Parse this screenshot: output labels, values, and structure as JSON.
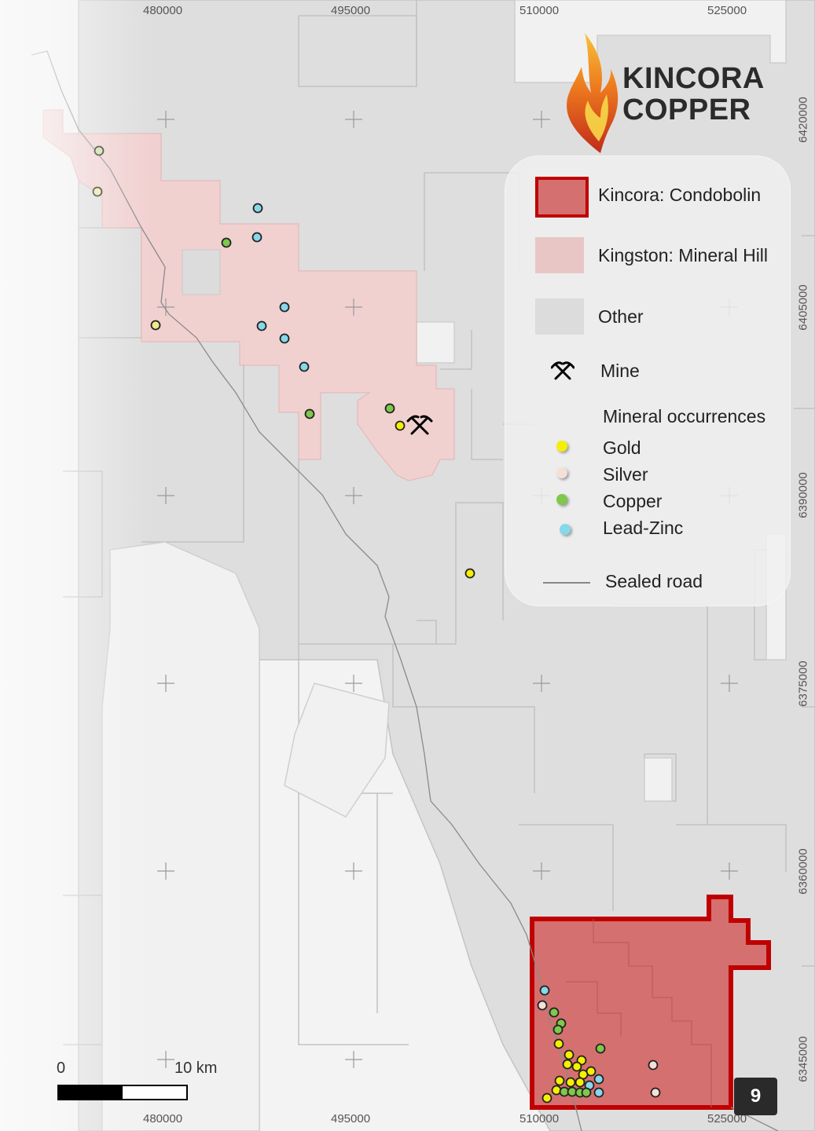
{
  "brand": {
    "line1": "KINCORA",
    "line2": "COPPER"
  },
  "axes": {
    "x_ticks": [
      "480000",
      "495000",
      "510000",
      "525000"
    ],
    "y_ticks": [
      "6420000",
      "6405000",
      "6390000",
      "6375000",
      "6360000",
      "6345000"
    ]
  },
  "legend": {
    "kincora": "Kincora: Condobolin",
    "kingston": "Kingston: Mineral Hill",
    "other": "Other",
    "mine": "Mine",
    "occurrences_title": "Mineral occurrences",
    "gold": "Gold",
    "silver": "Silver",
    "copper": "Copper",
    "lead_zinc": "Lead-Zinc",
    "road": "Sealed road"
  },
  "colors": {
    "kincora_fill": "#d4706f",
    "kincora_border": "#c00000",
    "kingston_fill": "#f0d0d0",
    "other_fill": "#dcdcdc",
    "gold": "#f5f000",
    "silver": "#f5e0d8",
    "copper": "#7ec84a",
    "lead_zinc": "#86d8ea"
  },
  "scale": {
    "start": "0",
    "end": "10 km"
  },
  "page_number": "9"
}
